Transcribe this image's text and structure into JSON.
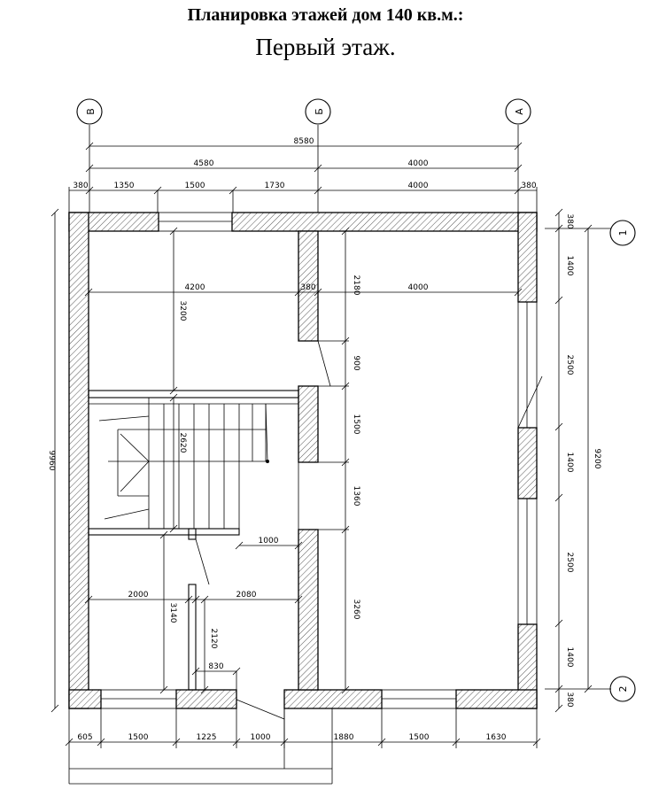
{
  "title": "Планировка этажей дом 140 кв.м.:",
  "subtitle": "Первый этаж.",
  "axes": {
    "top": [
      "В",
      "Б",
      "А"
    ],
    "right": [
      "1",
      "2"
    ]
  },
  "dimensions": {
    "top_total": "8580",
    "top_left": "4580",
    "top_right": "4000",
    "top_row": [
      "380",
      "1350",
      "1500",
      "1730",
      "4000",
      "380"
    ],
    "left_total": "9960",
    "right_total": "9200",
    "right_row": [
      "380",
      "1400",
      "2500",
      "1400",
      "2500",
      "1400",
      "380"
    ],
    "inner": {
      "room_width_left": "4200",
      "room_width_right": "4000",
      "wall_380": "380",
      "room_height": "3200",
      "v_2180": "2180",
      "v_900": "900",
      "v_1500": "1500",
      "v_1360": "1360",
      "v_3260": "3260",
      "stair": "2620",
      "stair_door": "1000",
      "bath_left": "2000",
      "bath_right": "2080",
      "bath_height": "3140",
      "v_2120": "2120",
      "h_830": "830"
    },
    "bottom_row": [
      "605",
      "1500",
      "1225",
      "1000",
      "1880",
      "1500",
      "1630"
    ]
  }
}
